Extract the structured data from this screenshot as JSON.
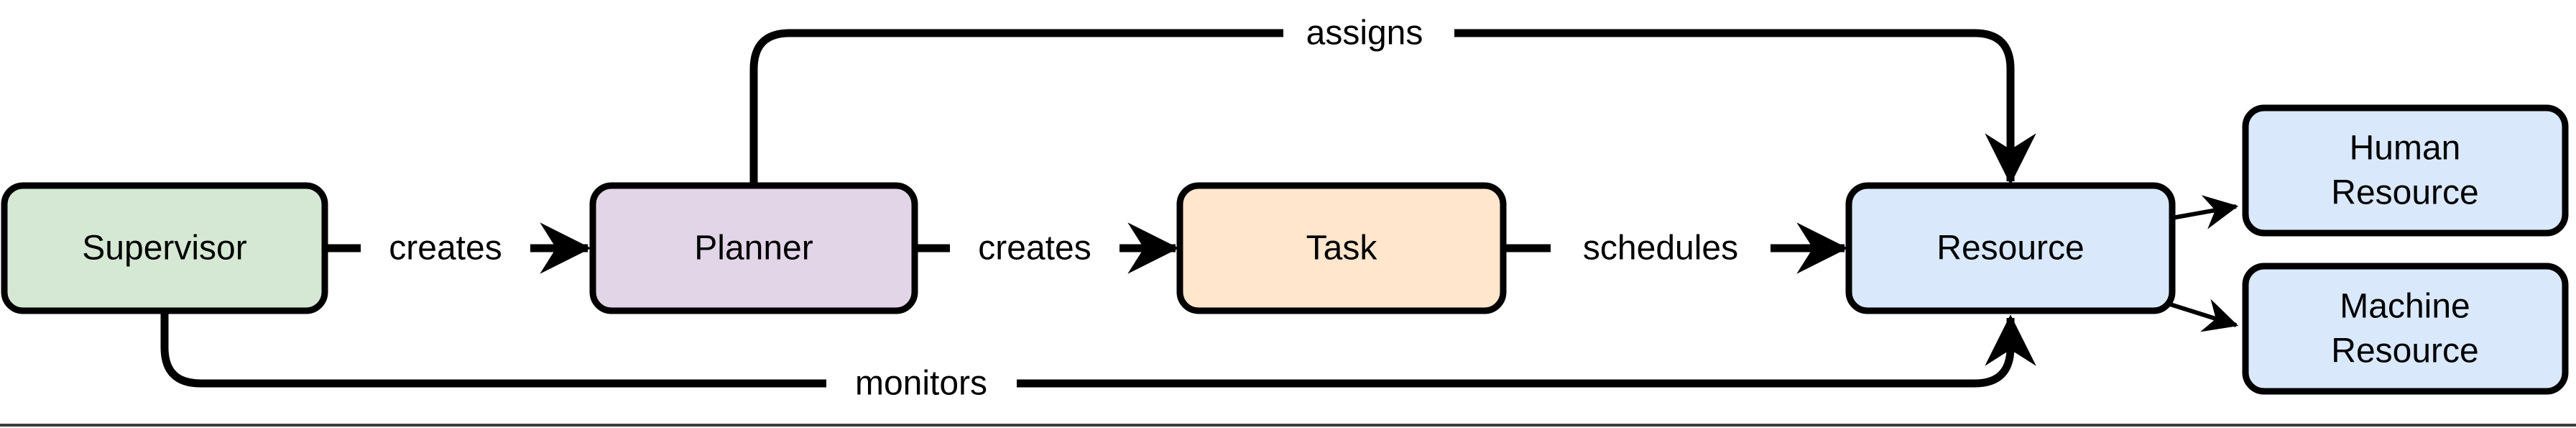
{
  "diagram": {
    "background_color": "#ffffff",
    "stroke_color": "#000000",
    "bottom_divider_color": "#3d3d3d",
    "nodes": {
      "supervisor": {
        "label": "Supervisor",
        "fill": "#d5e8d4"
      },
      "planner": {
        "label": "Planner",
        "fill": "#e1d5e7"
      },
      "task": {
        "label": "Task",
        "fill": "#ffe6cc"
      },
      "resource": {
        "label": "Resource",
        "fill": "#dae8fc"
      },
      "human_resource": {
        "label": "Human Resource",
        "line1": "Human",
        "line2": "Resource",
        "fill": "#dae8fc"
      },
      "machine_resource": {
        "label": "Machine Resource",
        "line1": "Machine",
        "line2": "Resource",
        "fill": "#dae8fc"
      }
    },
    "edges": {
      "supervisor_creates_planner": {
        "label": "creates"
      },
      "planner_creates_task": {
        "label": "creates"
      },
      "task_schedules_resource": {
        "label": "schedules"
      },
      "planner_assigns_resource": {
        "label": "assigns"
      },
      "supervisor_monitors_resource": {
        "label": "monitors"
      }
    }
  }
}
